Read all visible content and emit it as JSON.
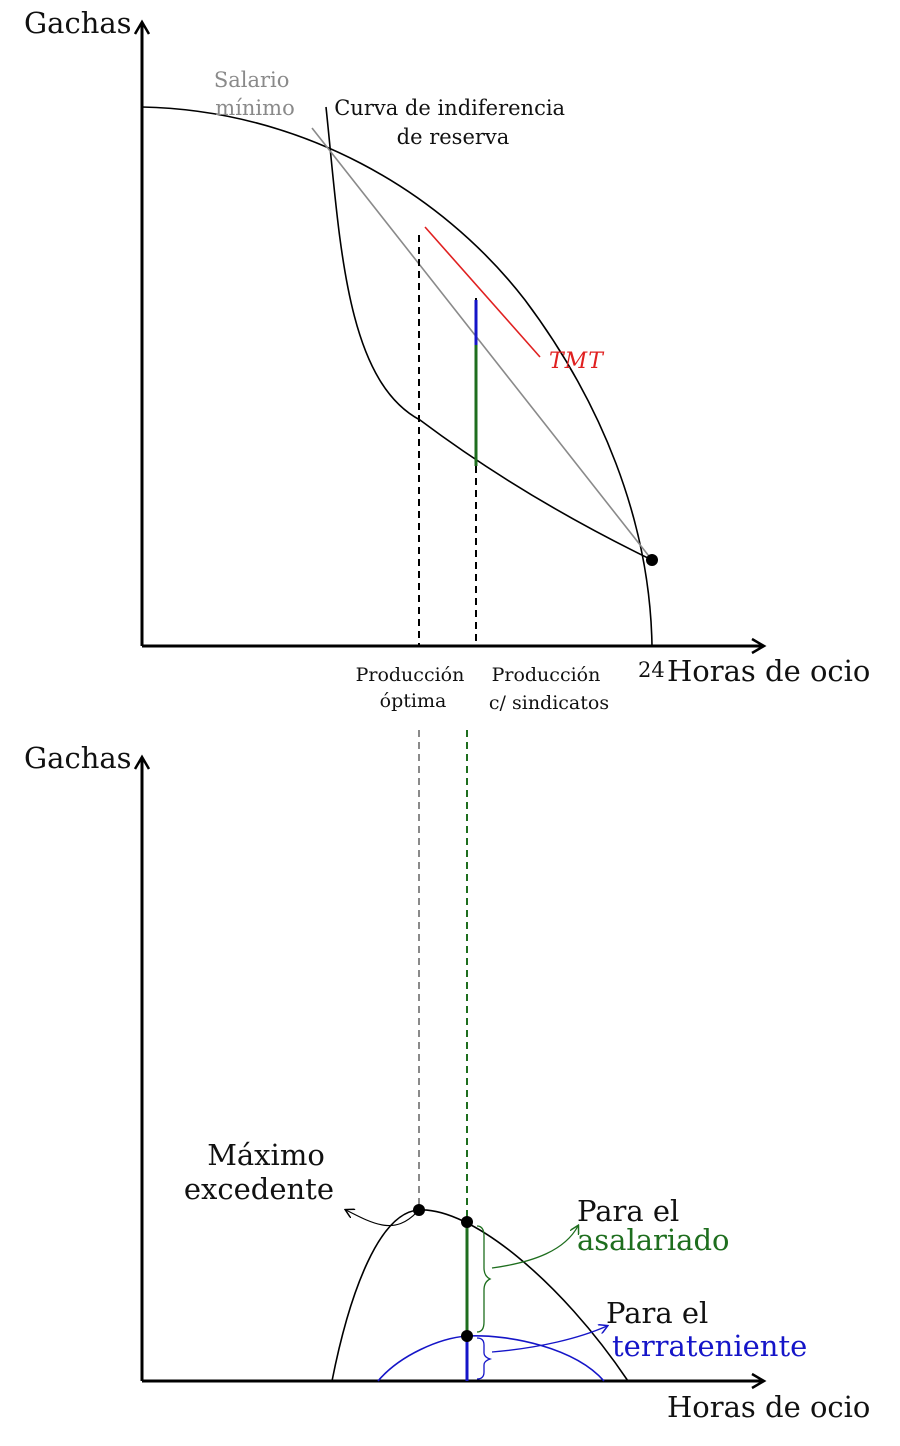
{
  "top": {
    "y_axis_label": "Gachas",
    "x_axis_label": "Horas de ocio",
    "x_max_label": "24",
    "minimum_wage_label": [
      "Salario",
      "mínimo"
    ],
    "reserve_curve_label": [
      "Curva de indiferencia",
      "de reserva"
    ],
    "mrt_label": "TMT",
    "optimal_label": [
      "Producción",
      "óptima"
    ],
    "union_label": [
      "Producción",
      "c/ sindicatos"
    ]
  },
  "bottom": {
    "y_axis_label": "Gachas",
    "x_axis_label": "Horas de ocio",
    "max_surplus_label": [
      "Máximo",
      "excedente"
    ],
    "worker_label": [
      "Para el",
      "asalariado"
    ],
    "landowner_label": [
      "Para el",
      "terrateniente"
    ]
  },
  "colors": {
    "axis": "#000000",
    "mrt": "#e02020",
    "landowner": "#1515c8",
    "worker": "#1e6e1e",
    "minimum_wage": "#8a8a8a",
    "curve": "#000000"
  }
}
